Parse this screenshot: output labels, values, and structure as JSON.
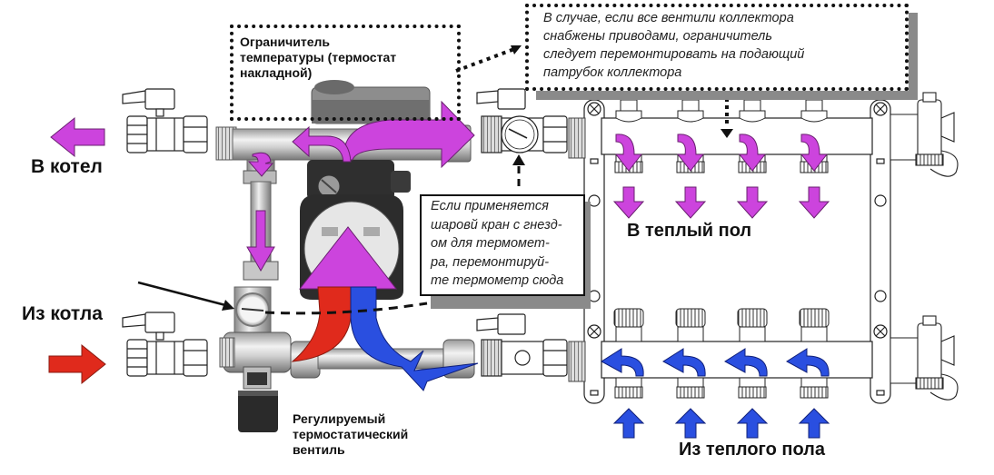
{
  "diagram": {
    "title": "Насосно-смесительный узел с коллектором теплого пола",
    "colors": {
      "supply_arrow": "#cc44dd",
      "hot_arrow": "#e02a1c",
      "cold_arrow": "#2a4fe0",
      "outline": "#111111",
      "callout_shadow": "#8a8a8a"
    },
    "labels": {
      "to_boiler": "В котел",
      "from_boiler": "Из котла",
      "to_floor": "В теплый пол",
      "from_floor": "Из теплого пола",
      "thermo_valve": [
        "Регулируемый",
        "термостатический",
        "вентиль"
      ]
    },
    "callouts": {
      "limiter": {
        "lines": [
          "Ограничитель",
          "температуры (термостат",
          "накладной)"
        ]
      },
      "relocate_limiter": {
        "lines": [
          "В случае, если все вентили коллектора",
          "снабжены приводами, ограничитель",
          "следует перемонтировать на подающий",
          "патрубок коллектора"
        ]
      },
      "thermometer": {
        "lines": [
          "Если применяется",
          "шаровй кран с гнезд-",
          "ом для термомет-",
          "ра, перемонтируй-",
          "те термометр сюда"
        ]
      }
    },
    "components": [
      {
        "name": "ball-valve-return-to-boiler"
      },
      {
        "name": "ball-valve-from-boiler"
      },
      {
        "name": "circulation-pump"
      },
      {
        "name": "overlay-thermostat"
      },
      {
        "name": "thermometer-mixing"
      },
      {
        "name": "thermostatic-mixing-valve"
      },
      {
        "name": "ball-valve-thermometer"
      },
      {
        "name": "ball-valve-return-line"
      },
      {
        "name": "supply-manifold",
        "outlets": 4
      },
      {
        "name": "return-manifold",
        "outlets": 4
      },
      {
        "name": "air-vent-drain-upper"
      },
      {
        "name": "air-vent-drain-lower"
      }
    ],
    "manifold_outlets": 4
  }
}
